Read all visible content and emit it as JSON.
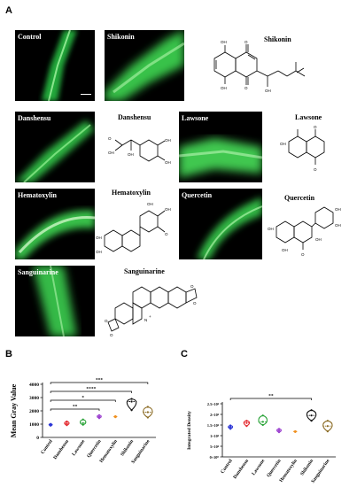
{
  "figure": {
    "panel_labels": {
      "a": "A",
      "b": "B",
      "c": "C"
    },
    "micrographs": [
      {
        "key": "control",
        "label": "Control"
      },
      {
        "key": "shikonin",
        "label": "Shikonin"
      },
      {
        "key": "danshensu",
        "label": "Danshensu"
      },
      {
        "key": "lawsone",
        "label": "Lawsone"
      },
      {
        "key": "hematoxylin",
        "label": "Hematoxylin"
      },
      {
        "key": "quercetin",
        "label": "Quercetin"
      },
      {
        "key": "sanguinarine",
        "label": "Sanguinarine"
      }
    ],
    "compounds": {
      "shikonin": "Shikonin",
      "danshensu": "Danshensu",
      "lawsone": "Lawsone",
      "hematoxylin": "Hematoxylin",
      "quercetin": "Quercetin",
      "sanguinarine": "Sanguinarine"
    },
    "atom_labels": {
      "oh": "OH",
      "o": "O",
      "cooh_oh": "OH",
      "n": "N",
      "nplus": "+"
    }
  },
  "chart_data": [
    {
      "type": "violin",
      "panel": "B",
      "ylabel": "Mean Gray Value",
      "yticks": [
        "0",
        "1000",
        "2000",
        "3000",
        "4000"
      ],
      "ylim": [
        0,
        4000
      ],
      "categories": [
        "Control",
        "Danshensu",
        "Lawsone",
        "Quercetin",
        "Hematoxylin",
        "Shikonin",
        "Sanguinarine"
      ],
      "colors": [
        "#2b35d6",
        "#e3262c",
        "#2aa338",
        "#9b3fcf",
        "#f0901f",
        "#111111",
        "#8a6a22"
      ],
      "values": [
        {
          "min": 880,
          "median": 950,
          "max": 1020
        },
        {
          "min": 920,
          "median": 1050,
          "max": 1200
        },
        {
          "min": 950,
          "median": 1080,
          "max": 1350
        },
        {
          "min": 1450,
          "median": 1550,
          "max": 1680
        },
        {
          "min": 1520,
          "median": 1560,
          "max": 1600
        },
        {
          "min": 2050,
          "median": 2700,
          "max": 2900
        },
        {
          "min": 1500,
          "median": 1900,
          "max": 2300
        }
      ],
      "significance": [
        {
          "from": "Control",
          "to": "Quercetin",
          "label": "**"
        },
        {
          "from": "Control",
          "to": "Hematoxylin",
          "label": "*"
        },
        {
          "from": "Control",
          "to": "Shikonin",
          "label": "****"
        },
        {
          "from": "Control",
          "to": "Sanguinarine",
          "label": "***"
        }
      ]
    },
    {
      "type": "violin",
      "panel": "C",
      "ylabel": "Integrated Density",
      "yticks": [
        "0×10⁰",
        "5×10⁶",
        "1×10⁶",
        "1.5×10⁶",
        "2×10⁶",
        "2.5×10⁶"
      ],
      "ylim": [
        0,
        2500000
      ],
      "categories": [
        "Control",
        "Danshensu",
        "Lawsone",
        "Quercetin",
        "Hematoxylin",
        "Shikonin",
        "Sanguinarine"
      ],
      "colors": [
        "#2b35d6",
        "#e3262c",
        "#2aa338",
        "#9b3fcf",
        "#f0901f",
        "#111111",
        "#8a6a22"
      ],
      "values": [
        {
          "min": 1320000,
          "median": 1400000,
          "max": 1480000
        },
        {
          "min": 1450000,
          "median": 1600000,
          "max": 1700000
        },
        {
          "min": 1500000,
          "median": 1650000,
          "max": 1950000
        },
        {
          "min": 1160000,
          "median": 1240000,
          "max": 1320000
        },
        {
          "min": 1170000,
          "median": 1190000,
          "max": 1210000
        },
        {
          "min": 1700000,
          "median": 1950000,
          "max": 2200000
        },
        {
          "min": 1200000,
          "median": 1450000,
          "max": 1700000
        }
      ],
      "significance": [
        {
          "from": "Control",
          "to": "Shikonin",
          "label": "**"
        }
      ]
    }
  ]
}
